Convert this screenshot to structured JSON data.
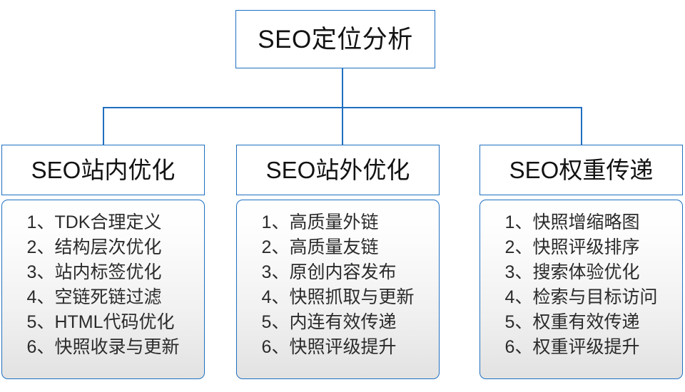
{
  "diagram": {
    "title_text": "SEO定位分析",
    "colors": {
      "border": "#1f6fc0",
      "connector": "#1f6fc0",
      "header_fill": "#ffffff",
      "body_fill_top": "#ffffff",
      "body_fill_bottom": "#e2e2e2",
      "text": "#1a1a1a"
    },
    "root": {
      "label": "SEO定位分析"
    },
    "branches": [
      {
        "header": "SEO站内优化",
        "items": [
          "1、TDK合理定义",
          "2、结构层次优化",
          "3、站内标签优化",
          "4、空链死链过滤",
          "5、HTML代码优化",
          "6、快照收录与更新"
        ]
      },
      {
        "header": "SEO站外优化",
        "items": [
          "1、高质量外链",
          "2、高质量友链",
          "3、原创内容发布",
          "4、快照抓取与更新",
          "5、内连有效传递",
          "6、快照评级提升"
        ]
      },
      {
        "header": "SEO权重传递",
        "items": [
          "1、快照增缩略图",
          "2、快照评级排序",
          "3、搜索体验优化",
          "4、检索与目标访问",
          "5、权重有效传递",
          "6、权重评级提升"
        ]
      }
    ]
  }
}
